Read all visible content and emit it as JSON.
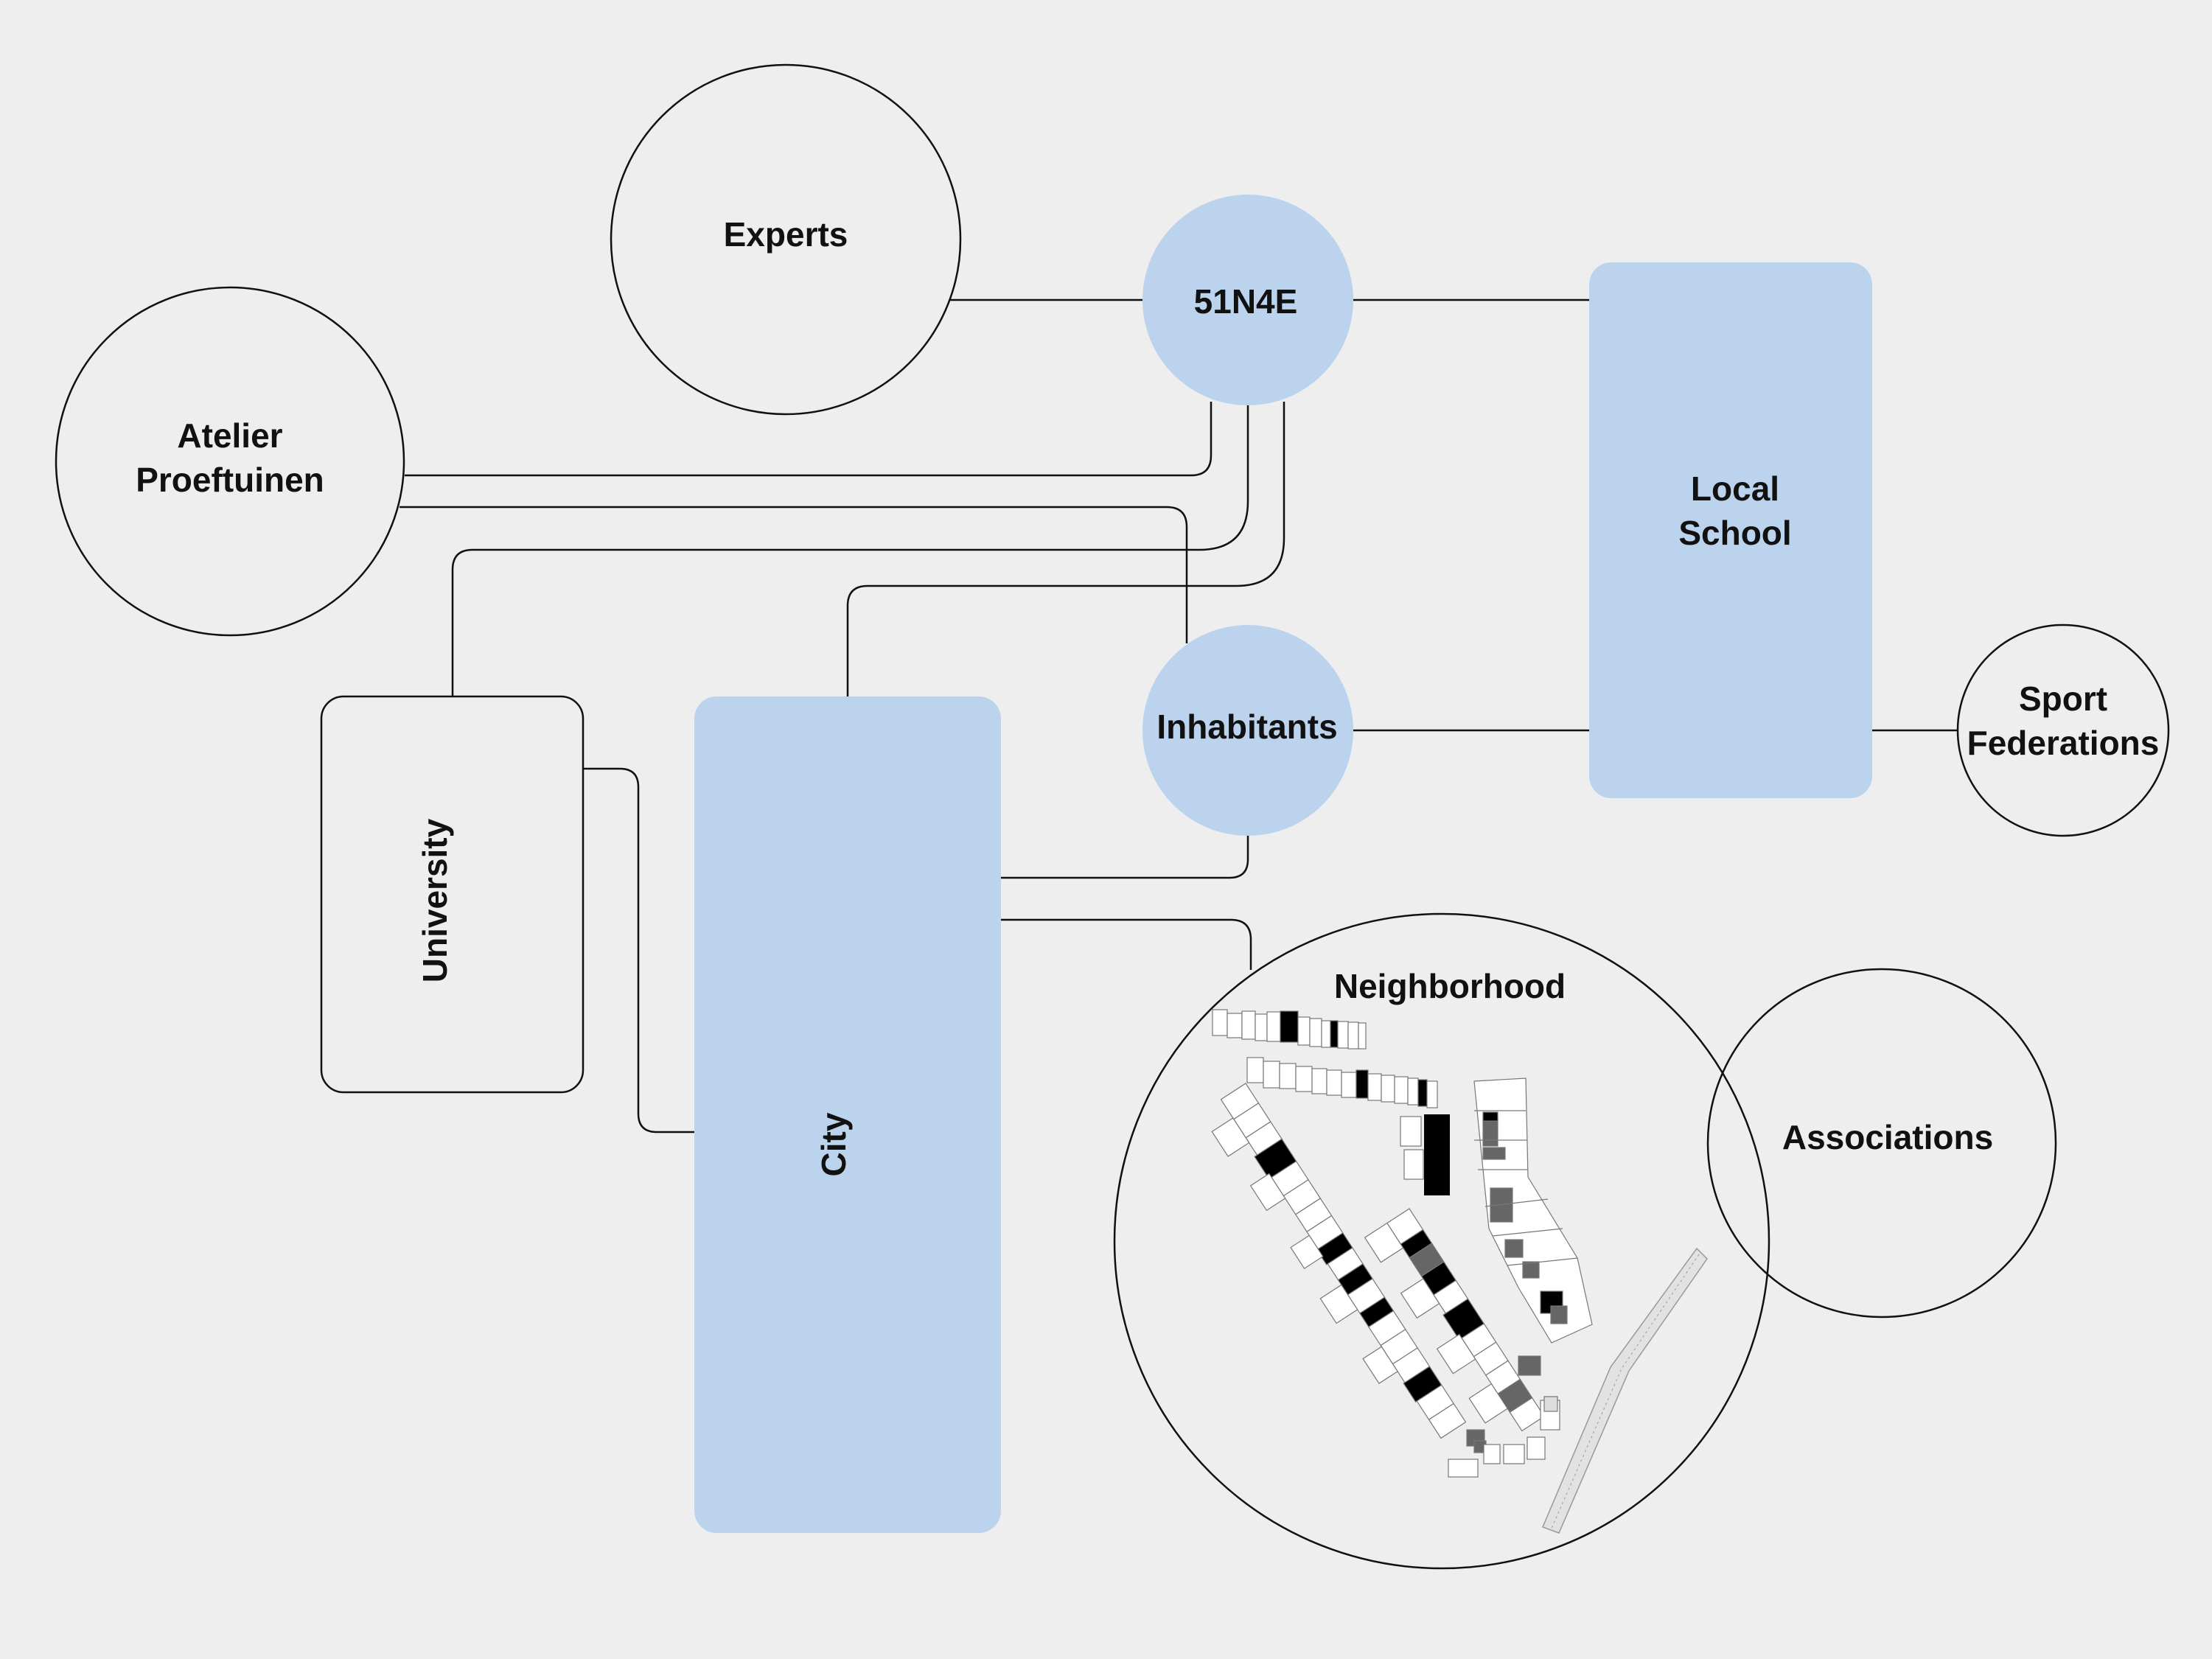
{
  "colors": {
    "background": "#eeeeee",
    "accent": "#bcd3ee",
    "line": "#111111",
    "building_black": "#000000",
    "building_grey": "#666666",
    "building_white": "#ffffff"
  },
  "nodes": {
    "experts": {
      "label": "Experts"
    },
    "n51n4e": {
      "label": "51N4E"
    },
    "atelier": {
      "line1": "Atelier",
      "line2": "Proeftuinen"
    },
    "local_school": {
      "line1": "Local",
      "line2": "School"
    },
    "inhabitants": {
      "label": "Inhabitants"
    },
    "sport_federations": {
      "line1": "Sport",
      "line2": "Federations"
    },
    "university": {
      "label": "University"
    },
    "city": {
      "label": "City"
    },
    "neighborhood": {
      "label": "Neighborhood"
    },
    "associations": {
      "label": "Associations"
    }
  },
  "map_legend_icons": [
    "building-black-block",
    "building-grey-block",
    "building-outline-block"
  ]
}
